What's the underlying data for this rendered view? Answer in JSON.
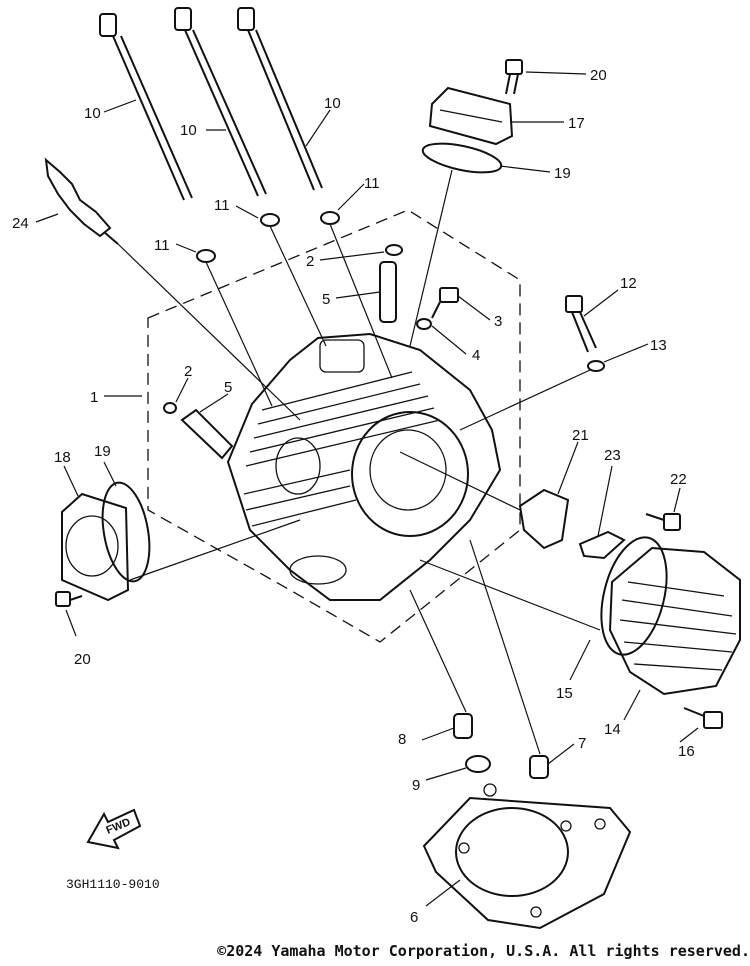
{
  "callouts": [
    {
      "id": "c10a",
      "text": "10"
    },
    {
      "id": "c10b",
      "text": "10"
    },
    {
      "id": "c10c",
      "text": "10"
    },
    {
      "id": "c11a",
      "text": "11"
    },
    {
      "id": "c11b",
      "text": "11"
    },
    {
      "id": "c11c",
      "text": "11"
    },
    {
      "id": "c24",
      "text": "24"
    },
    {
      "id": "c20top",
      "text": "20"
    },
    {
      "id": "c17",
      "text": "17"
    },
    {
      "id": "c19top",
      "text": "19"
    },
    {
      "id": "c2top",
      "text": "2"
    },
    {
      "id": "c5top",
      "text": "5"
    },
    {
      "id": "c3",
      "text": "3"
    },
    {
      "id": "c4",
      "text": "4"
    },
    {
      "id": "c12",
      "text": "12"
    },
    {
      "id": "c13",
      "text": "13"
    },
    {
      "id": "c1",
      "text": "1"
    },
    {
      "id": "c2left",
      "text": "2"
    },
    {
      "id": "c5left",
      "text": "5"
    },
    {
      "id": "c18",
      "text": "18"
    },
    {
      "id": "c19left",
      "text": "19"
    },
    {
      "id": "c21",
      "text": "21"
    },
    {
      "id": "c23",
      "text": "23"
    },
    {
      "id": "c22",
      "text": "22"
    },
    {
      "id": "c20left",
      "text": "20"
    },
    {
      "id": "c15",
      "text": "15"
    },
    {
      "id": "c14",
      "text": "14"
    },
    {
      "id": "c16",
      "text": "16"
    },
    {
      "id": "c8",
      "text": "8"
    },
    {
      "id": "c7",
      "text": "7"
    },
    {
      "id": "c9",
      "text": "9"
    },
    {
      "id": "c6",
      "text": "6"
    }
  ],
  "fwd_label": "FWD",
  "diagram_code": "3GH1110-9010",
  "copyright": "©2024 Yamaha Motor Corporation, U.S.A. All rights reserved."
}
